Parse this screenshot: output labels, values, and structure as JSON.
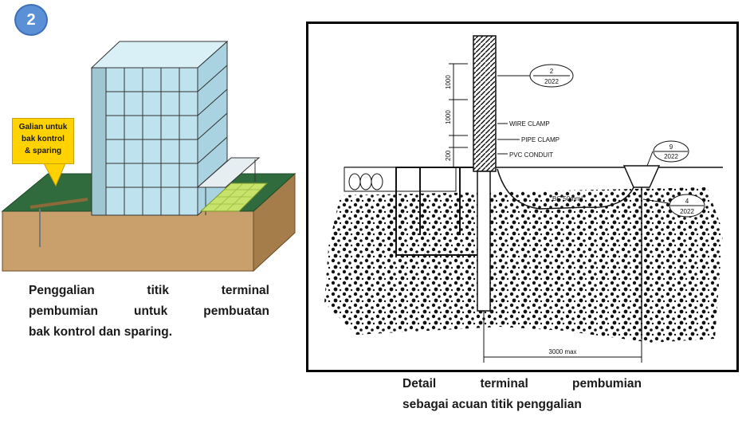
{
  "badge": "2",
  "callout": {
    "line1": "Galian untuk",
    "line2": "bak kontrol",
    "line3": "& sparing"
  },
  "caption_left": {
    "line1": [
      "Penggalian",
      "titik",
      "terminal"
    ],
    "line2": [
      "pembumian",
      "untuk",
      "pembuatan"
    ],
    "line3": "bak kontrol dan sparing."
  },
  "caption_right": {
    "line1": [
      "Detail",
      "terminal",
      "pembumian"
    ],
    "line2": "sebagai acuan titik penggalian"
  },
  "detail": {
    "dim_top": "1000",
    "dim_mid": "1000",
    "dim_low": "200",
    "ref_a": {
      "num": "2",
      "sheet": "2022"
    },
    "ref_b": {
      "num": "9",
      "sheet": "2022"
    },
    "ref_c": {
      "num": "4",
      "sheet": "2022"
    },
    "wire_clamp": "WIRE CLAMP",
    "pipe_clamp": "PIPE CLAMP",
    "pvc_conduit": "PVC CONDUIT",
    "bc_label": "BC 50mm²",
    "dim_bottom": "3000 max"
  },
  "colors": {
    "badge": "#5b8fd6",
    "callout": "#ffd200",
    "soil": "#c9a06b",
    "grass": "#2f6b3c",
    "glass": "#bfe3ee"
  }
}
